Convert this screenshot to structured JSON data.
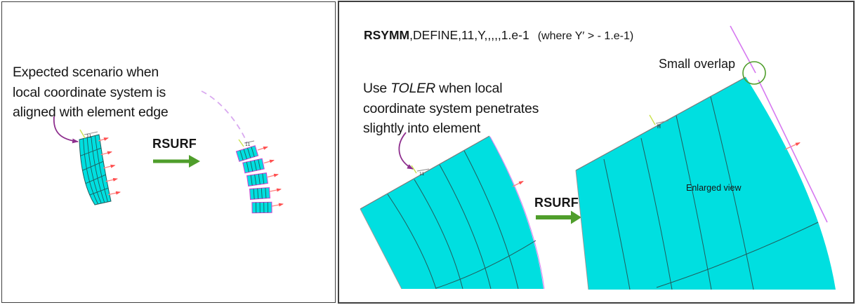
{
  "colors": {
    "cyan": "#00dfe0",
    "mesh_line": "#215c5c",
    "magenta": "#cf3fcf",
    "violet_line": "#d678f0",
    "violet_dash": "#d9a9f0",
    "purple_arrow": "#8e2f8e",
    "green": "#4f9e2b",
    "pink": "#ff8080",
    "pink_head": "#ff5050",
    "triad_yellow": "#cbe24e",
    "text": "#161616",
    "border": "#3f3f3f"
  },
  "panel_left": {
    "caption_lines": [
      "Expected scenario when",
      "local coordinate system is",
      "aligned with element edge"
    ],
    "rsurf_label": "RSURF",
    "cs_id_before": "11",
    "cs_id_after": "11"
  },
  "panel_right": {
    "command": {
      "keyword": "RSYMM",
      "args": ",DEFINE,11,Y,,,,,1.e-1",
      "note": "(where Y′ > - 1.e-1)"
    },
    "toler_caption": {
      "line1_pre": "Use ",
      "line1_em": "TOLER",
      "line1_post": " when local",
      "line2": "coordinate system penetrates",
      "line3": "slightly into element"
    },
    "rsurf_label": "RSURF",
    "small_overlap_label": "Small overlap",
    "enlarged_view_label": "Enlarged view",
    "cs_id_mesh": "11",
    "cs_id_enlarged": "H"
  }
}
